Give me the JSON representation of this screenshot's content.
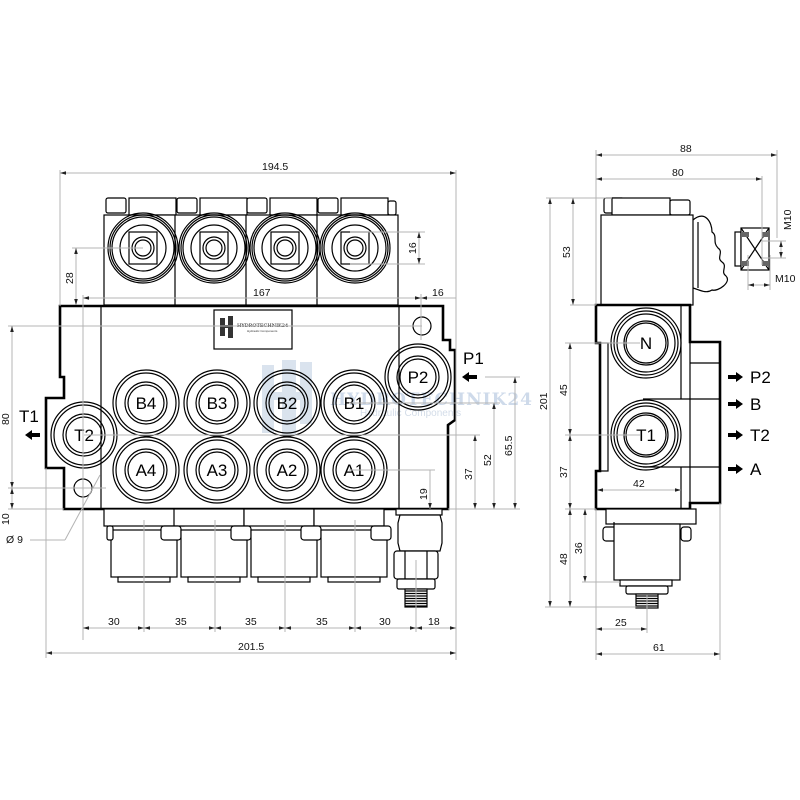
{
  "drawing": {
    "title": "4-section hydraulic directional control valve — dimension drawing",
    "brand_logo": {
      "name": "HYDROTECHNIK24",
      "tagline": "Hydraulic Components"
    },
    "watermark": {
      "name": "HYDROTECHNIK24",
      "tagline": "Hydraulic Components",
      "color": "#c9d6e8"
    }
  },
  "front_view": {
    "ports": {
      "P2": "P2",
      "T2": "T2",
      "B4": "B4",
      "B3": "B3",
      "B2": "B2",
      "B1": "B1",
      "A4": "A4",
      "A3": "A3",
      "A2": "A2",
      "A1": "A1"
    },
    "external_labels": {
      "P1": "P1",
      "T1": "T1"
    },
    "dimensions": {
      "overall_top": "194.5",
      "handle_offset": "28",
      "handle_dia": "16",
      "hole_span": "167",
      "hole_edge": "16",
      "height_left": "80",
      "hole_bottom": "10",
      "hole_dia": "Ø 9",
      "a_row": "19",
      "t2_height": "37",
      "b_row": "52",
      "p_height": "65.5",
      "pitch_first": "30",
      "pitch_2": "35",
      "pitch_3": "35",
      "pitch_4": "35",
      "pitch_last": "30",
      "edge_right": "18",
      "overall_bottom": "201.5"
    }
  },
  "side_view": {
    "ports": {
      "N": "N",
      "T1": "T1"
    },
    "arrow_labels": [
      "P2",
      "B",
      "T2",
      "A"
    ],
    "dimensions": {
      "overall_width": "88",
      "body_to_joint": "80",
      "thread_v": "M10",
      "thread_h": "M10",
      "top_height": "53",
      "total_height": "201",
      "n_spacing": "45",
      "t1_height": "37",
      "body_depth": "42",
      "bottom_48": "48",
      "bottom_36": "36",
      "fitting_offset": "25",
      "base_width": "61"
    }
  }
}
